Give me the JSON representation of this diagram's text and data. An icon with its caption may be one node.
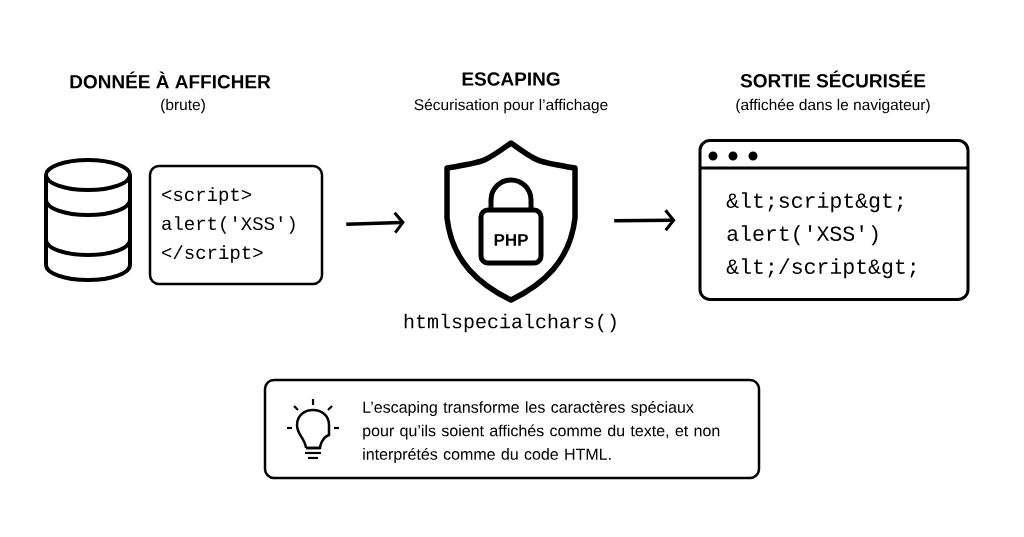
{
  "diagram": {
    "nodes": [
      {
        "text": [
          "<script> alert('XSS') </script>"
        ]
      },
      {
        "text": [
          "PHP"
        ],
        "beside": [
          "htmlspecialchars()"
        ]
      },
      {
        "text": [
          "&lt;script&gt; alert('XSS') &lt;/script&gt;"
        ]
      },
      {
        "text": [
          "L’escaping transforme les caractères spéciaux pour qu’ils soient affichés comme du texte, et non interprétés comme du code HTML."
        ]
      }
    ],
    "edges": [
      {
        "from": 0,
        "to": 1,
        "arrow": "to"
      },
      {
        "from": 1,
        "to": 2,
        "arrow": "to"
      }
    ],
    "labels": [
      "DONNÉE À AFFICHER",
      "(brute)",
      "ESCAPING",
      "Sécurisation pour l’affichage",
      "SORTIE SÉCURISÉE",
      "(affichée dans le navigateur)"
    ]
  }
}
